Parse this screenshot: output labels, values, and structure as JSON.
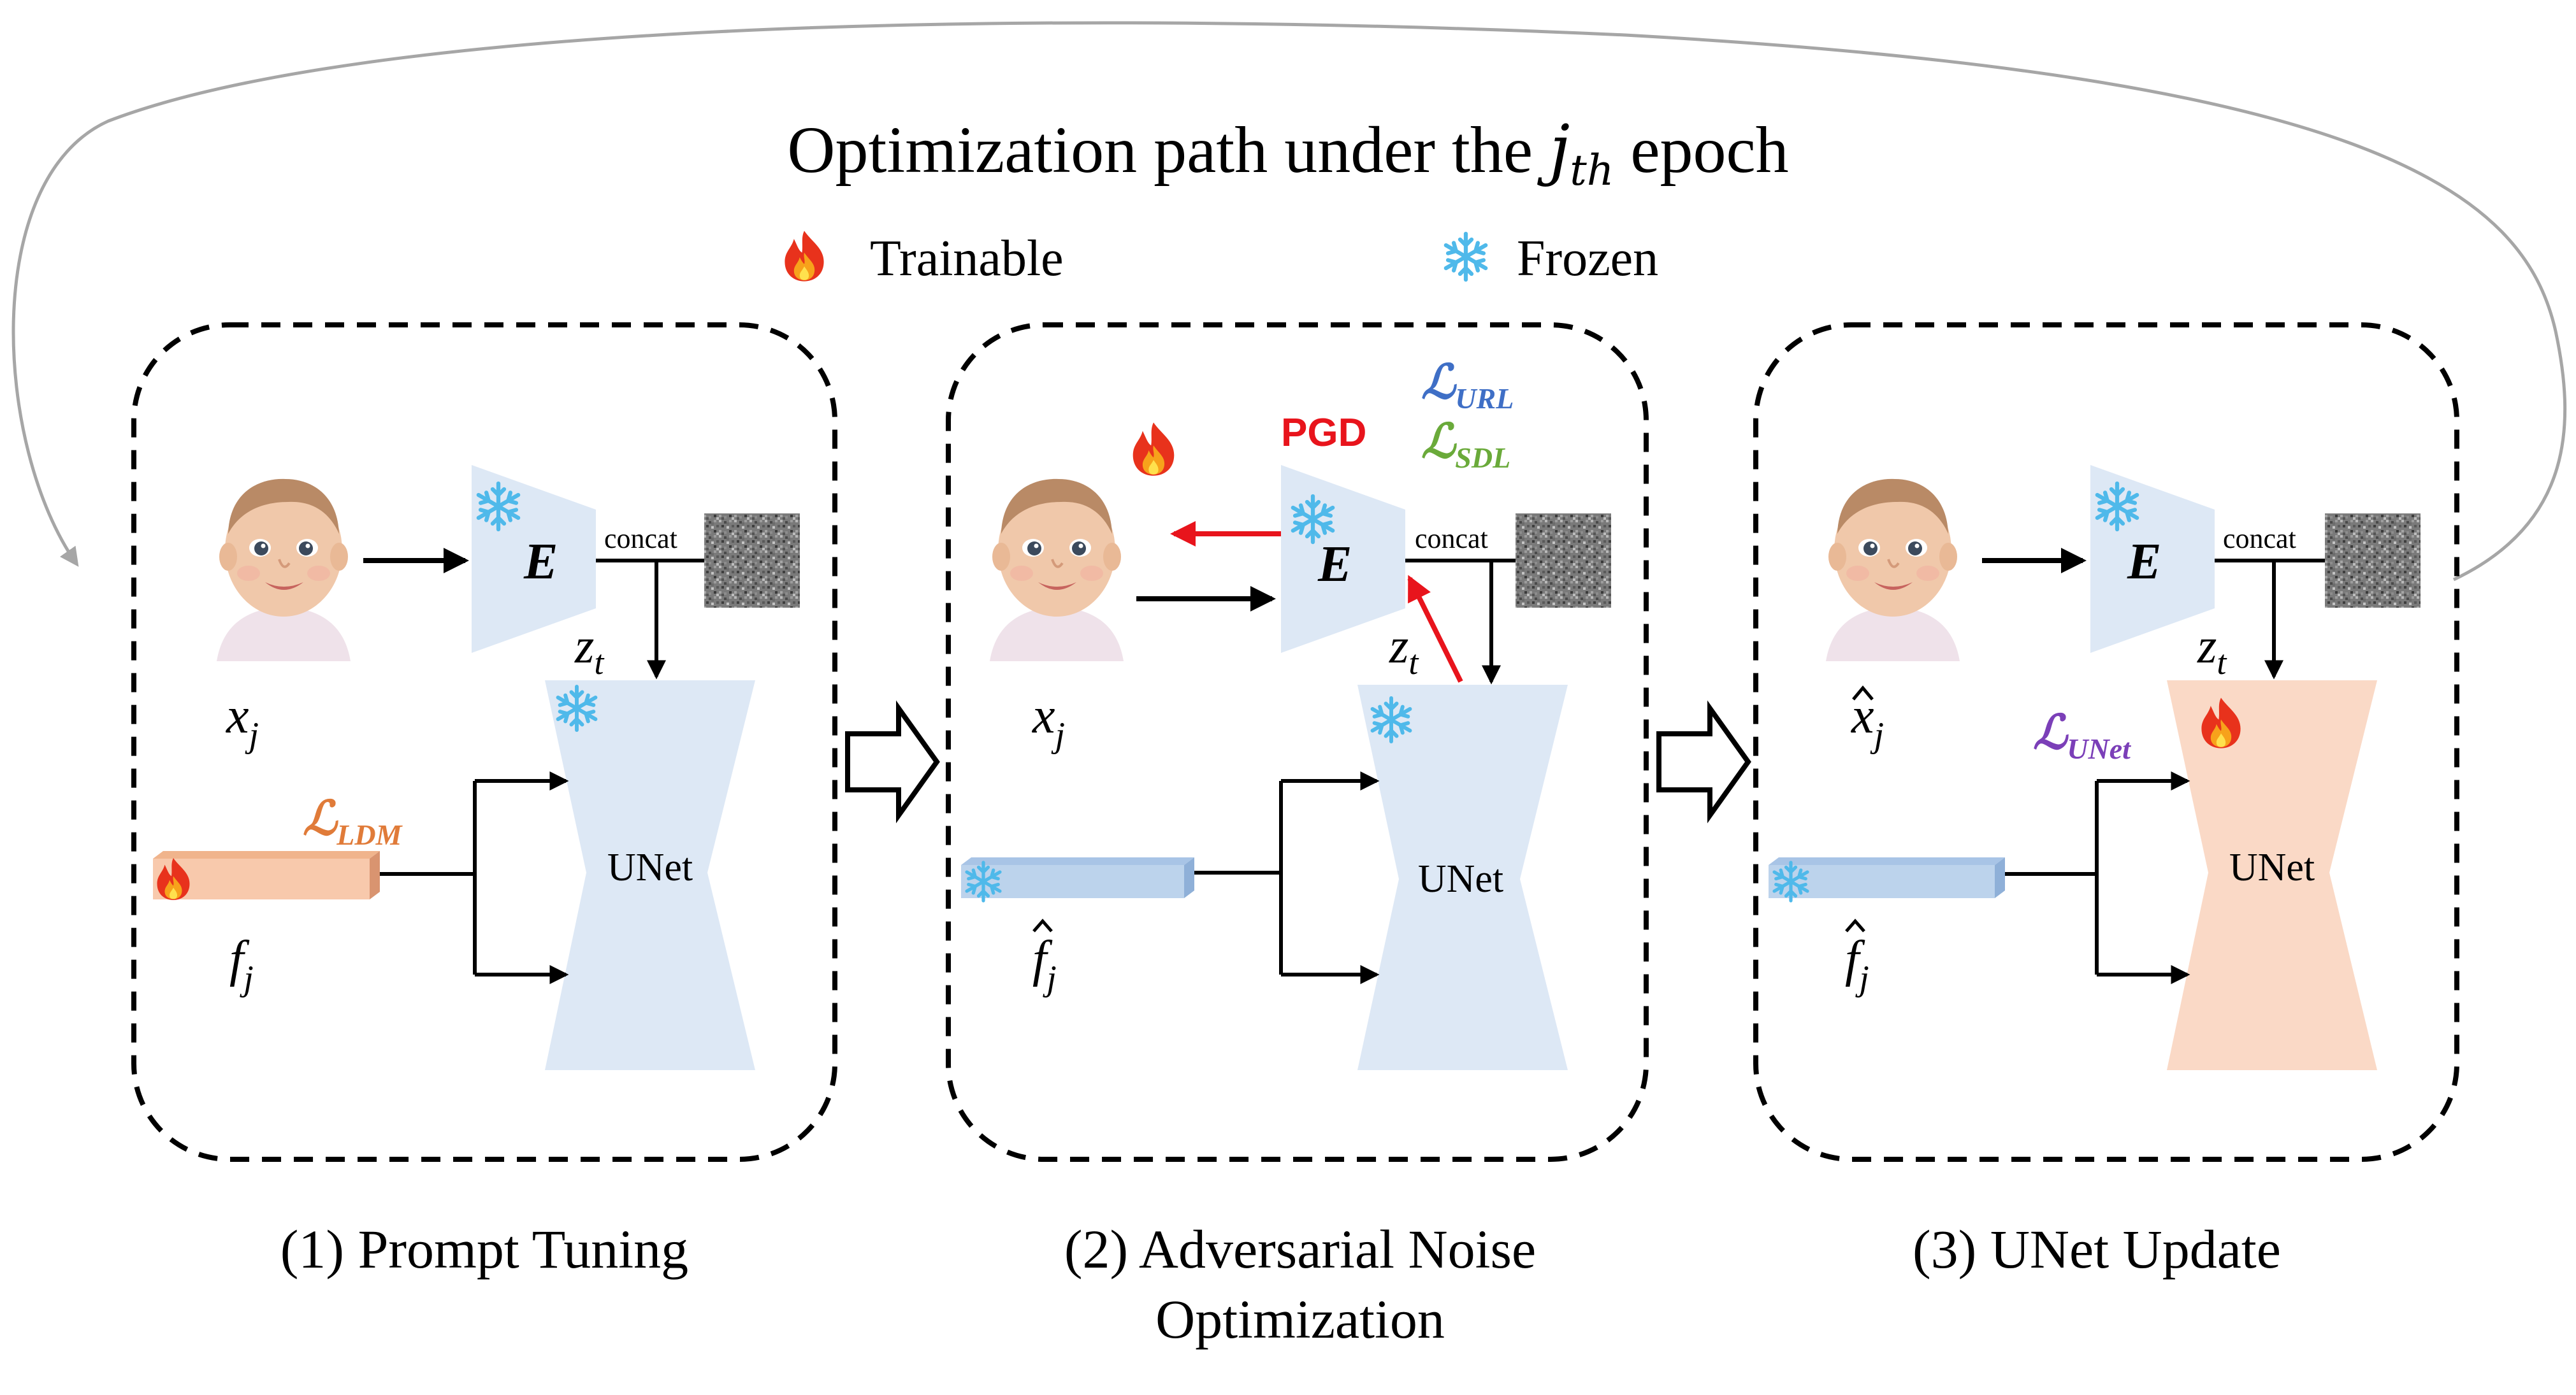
{
  "title": {
    "prefix": "Optimization path under the ",
    "var": "j",
    "sub": "th",
    "suffix": " epoch"
  },
  "legend": {
    "trainable_label": "Trainable",
    "frozen_label": "Frozen",
    "trainable_icon": "flame-icon",
    "frozen_icon": "snowflake-icon"
  },
  "panels": [
    {
      "caption_line1": "(1) Prompt Tuning",
      "caption_line2": "",
      "encoder_label": "E",
      "concat_label": "concat",
      "unet_label": "UNet",
      "latent_var": "z",
      "latent_sub": "t",
      "image_var": "x",
      "image_sub": "j",
      "image_hat": false,
      "prompt_var": "f",
      "prompt_sub": "j",
      "prompt_hat": false,
      "loss_label": "LDM",
      "loss_color": "#e07b39",
      "unet_trainable": false,
      "prompt_trainable": true
    },
    {
      "caption_line1": "(2) Adversarial Noise",
      "caption_line2": "Optimization",
      "encoder_label": "E",
      "concat_label": "concat",
      "unet_label": "UNet",
      "latent_var": "z",
      "latent_sub": "t",
      "image_var": "x",
      "image_sub": "j",
      "image_hat": false,
      "prompt_var": "f",
      "prompt_sub": "j",
      "prompt_hat": true,
      "attack_label": "PGD",
      "loss_url": "URL",
      "loss_sdl": "SDL",
      "unet_trainable": false,
      "prompt_trainable": false,
      "image_trainable": true
    },
    {
      "caption_line1": "(3) UNet Update",
      "caption_line2": "",
      "encoder_label": "E",
      "concat_label": "concat",
      "unet_label": "UNet",
      "latent_var": "z",
      "latent_sub": "t",
      "image_var": "x",
      "image_sub": "j",
      "image_hat": true,
      "prompt_var": "f",
      "prompt_sub": "j",
      "prompt_hat": true,
      "loss_label": "UNet",
      "unet_trainable": true,
      "prompt_trainable": false
    }
  ],
  "colors": {
    "frozen_fill": "#dde8f5",
    "trainable_fill": "#fad9c6",
    "prompt_frozen": "#bcd3ec",
    "prompt_trainable": "#f8c9ac",
    "pgd_red": "#e8141c",
    "loss_url_blue": "#3f6fc6",
    "loss_sdl_green": "#6aaa3a",
    "loss_unet_purple": "#7b3fb8",
    "loss_ldm_orange": "#e07b39",
    "snow_blue": "#4fb9ea",
    "flame_red": "#e8321c"
  }
}
